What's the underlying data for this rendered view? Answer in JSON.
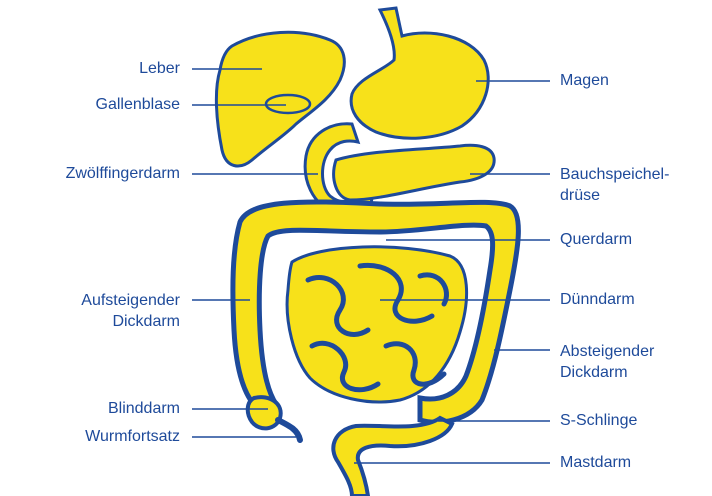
{
  "colors": {
    "organ_fill": "#f7e11a",
    "outline": "#1e4a9a",
    "leader_line": "#1e4a9a",
    "label_text": "#1e4a9a",
    "background": "#ffffff"
  },
  "labels_left": {
    "leber": "Leber",
    "gallenblase": "Gallenblase",
    "zwoelffingerdarm": "Zwölffingerdarm",
    "aufsteigender_dickdarm": "Aufsteigender\nDickdarm",
    "blinddarm": "Blinddarm",
    "wurmfortsatz": "Wurmfortsatz"
  },
  "labels_right": {
    "magen": "Magen",
    "bauchspeicheldruese": "Bauchspeichel-\ndrüse",
    "querdarm": "Querdarm",
    "duenndarm": "Dünndarm",
    "absteigender_dickdarm": "Absteigender\nDickdarm",
    "s_schlinge": "S-Schlinge",
    "mastdarm": "Mastdarm"
  }
}
